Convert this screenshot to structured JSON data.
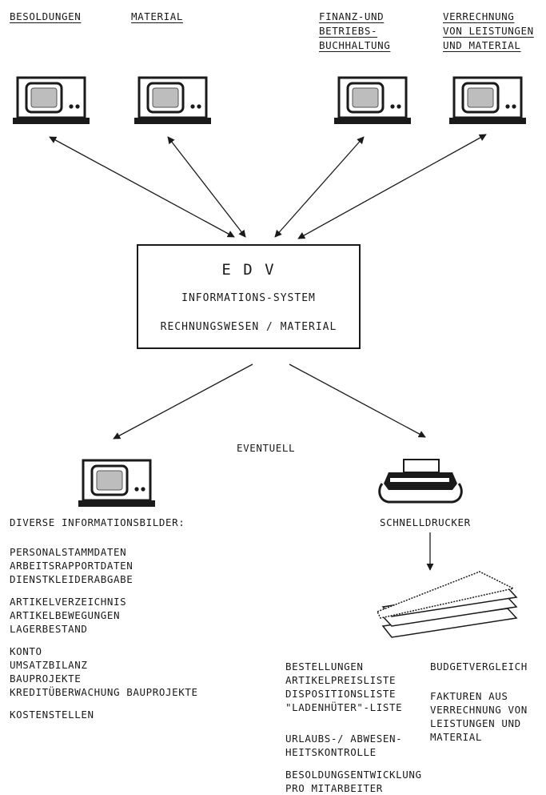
{
  "top_labels": {
    "besoldungen": "BESOLDUNGEN",
    "material": "MATERIAL",
    "finanz": [
      "FINANZ-UND",
      "BETRIEBS-",
      "BUCHHALTUNG"
    ],
    "verrechnung": [
      "VERRECHNUNG",
      "VON LEISTUNGEN",
      "UND MATERIAL"
    ]
  },
  "center_box": {
    "title": "E D V",
    "line1": "INFORMATIONS-SYSTEM",
    "line2": "RECHNUNGSWESEN / MATERIAL"
  },
  "eventuell": "EVENTUELL",
  "left_output": {
    "heading": "DIVERSE INFORMATIONSBILDER:",
    "groups": [
      [
        "PERSONALSTAMMDATEN",
        "ARBEITSRAPPORTDATEN",
        "DIENSTKLEIDERABGABE"
      ],
      [
        "ARTIKELVERZEICHNIS",
        "ARTIKELBEWEGUNGEN",
        "LAGERBESTAND"
      ],
      [
        "KONTO",
        "UMSATZBILANZ",
        "BAUPROJEKTE",
        "KREDITÜBERWACHUNG BAUPROJEKTE"
      ],
      [
        "KOSTENSTELLEN"
      ]
    ]
  },
  "right_output": {
    "heading": "SCHNELLDRUCKER",
    "col1_groups": [
      [
        "BESTELLUNGEN",
        "ARTIKELPREISLISTE",
        "DISPOSITIONSLISTE",
        "\"LADENHÜTER\"-LISTE"
      ],
      [
        "URLAUBS-/ ABWESEN-",
        "HEITSKONTROLLE"
      ],
      [
        "BESOLDUNGSENTWICKLUNG",
        "PRO MITARBEITER"
      ]
    ],
    "col2_groups": [
      [
        "BUDGETVERGLEICH"
      ],
      [
        "FAKTUREN AUS",
        "VERRECHNUNG VON",
        "LEISTUNGEN UND",
        "MATERIAL"
      ]
    ]
  },
  "icons": [
    "terminal-icon",
    "printer-icon",
    "paper-stack-icon",
    "arrow-icon"
  ]
}
